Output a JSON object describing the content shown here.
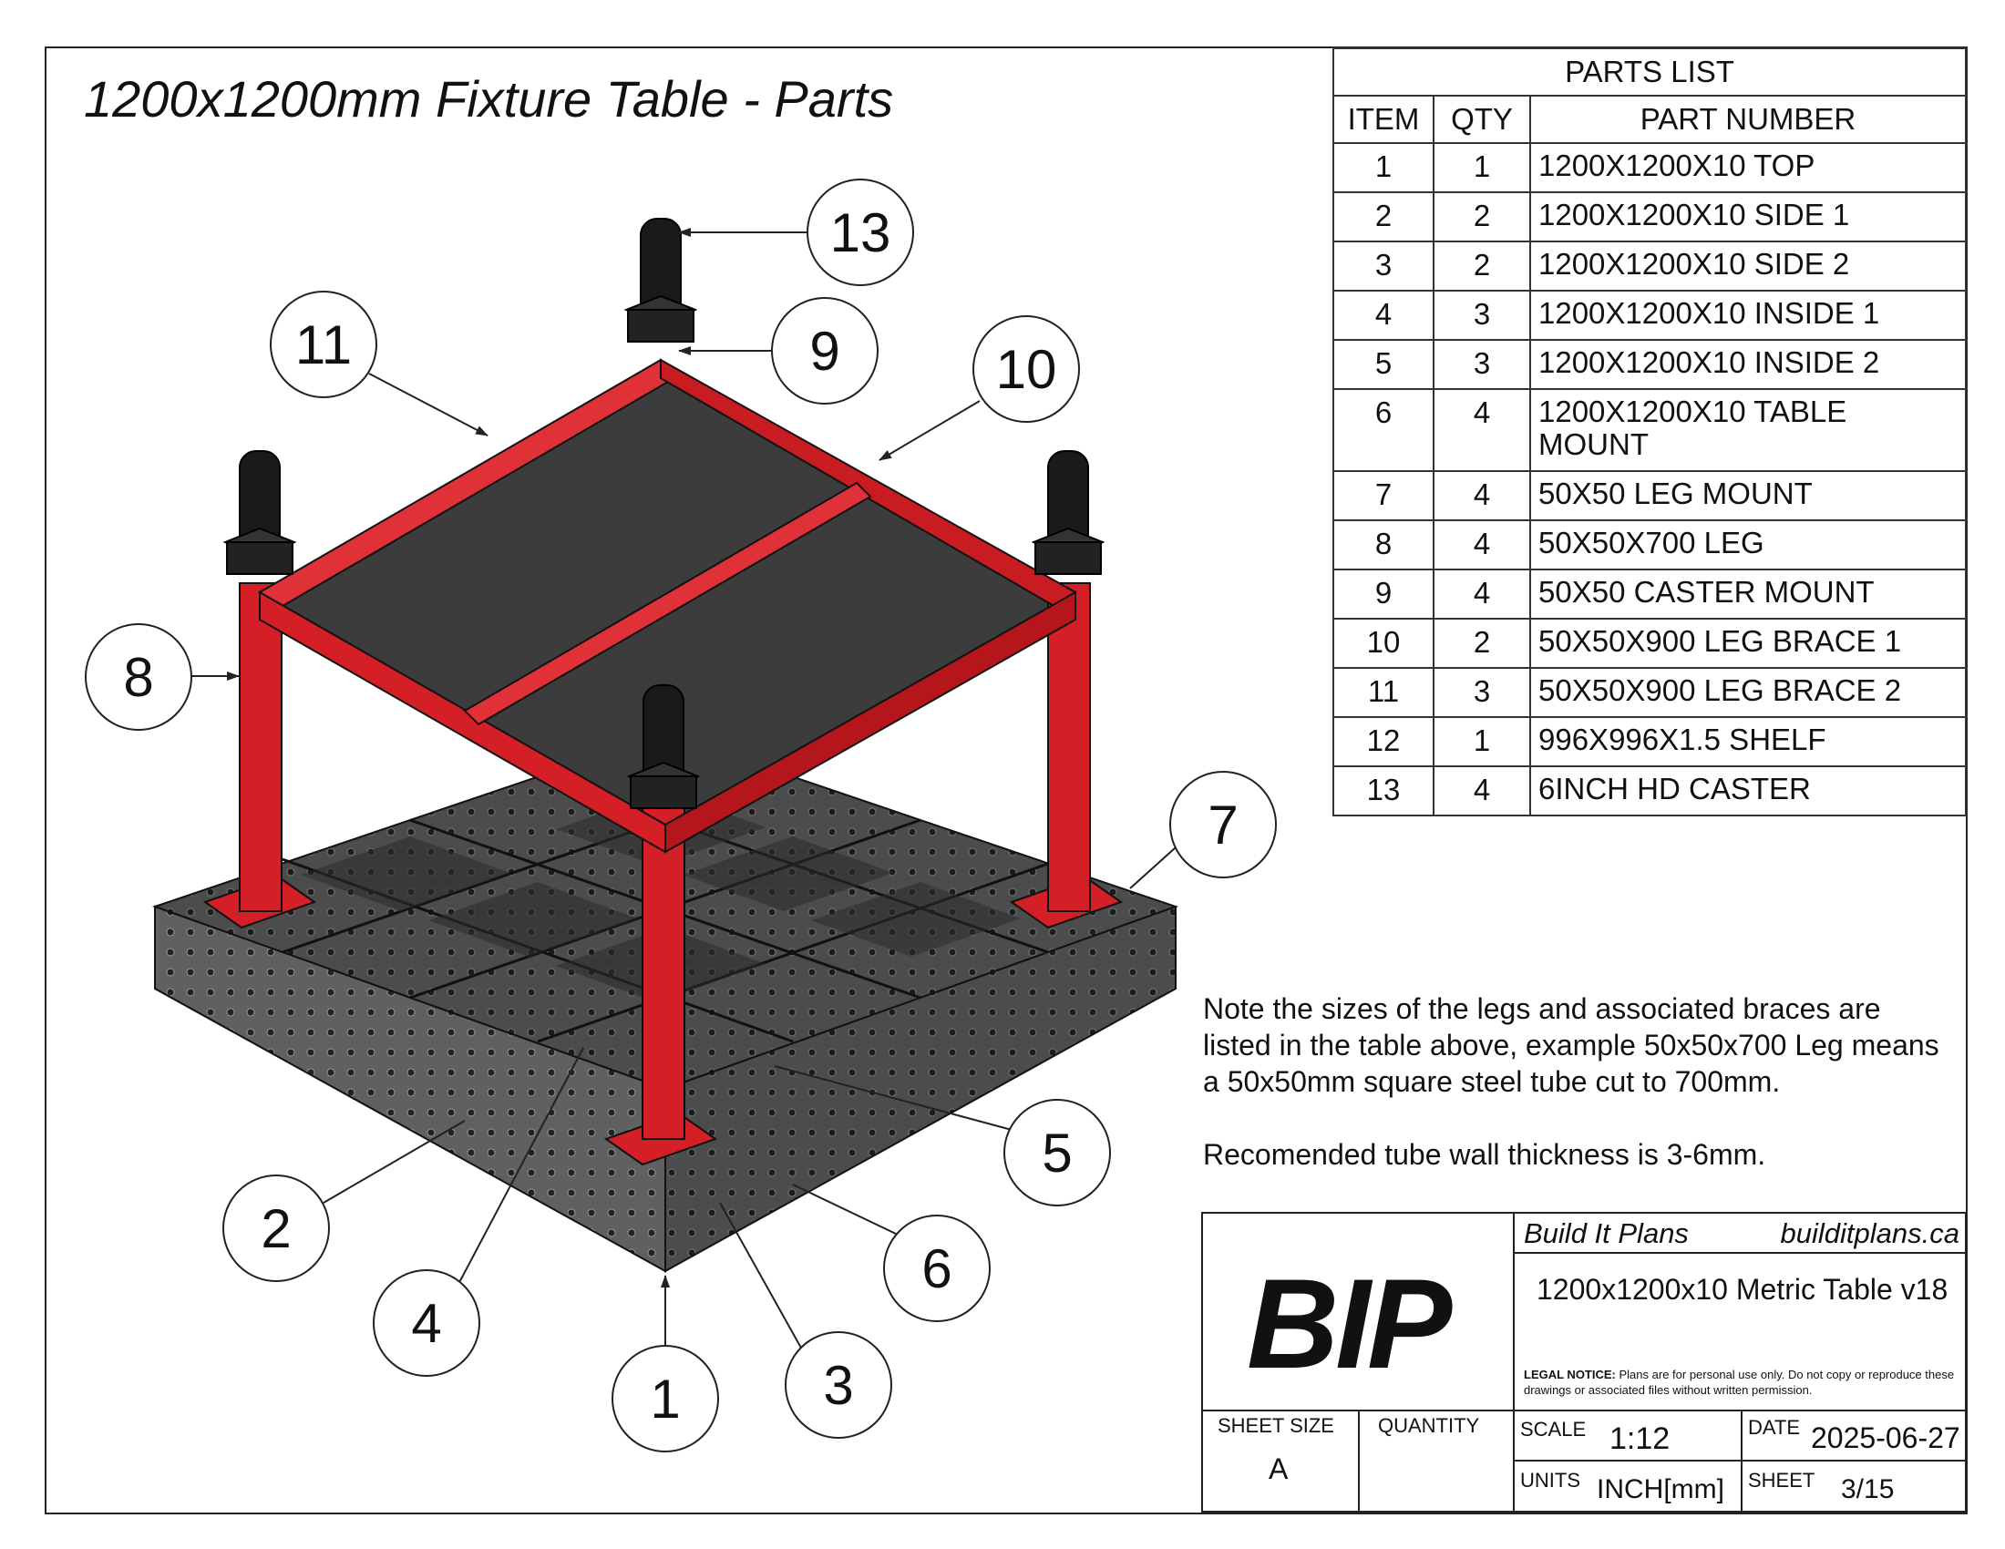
{
  "title": "1200x1200mm Fixture Table - Parts",
  "parts_list": {
    "caption": "PARTS LIST",
    "headers": [
      "ITEM",
      "QTY",
      "PART NUMBER"
    ],
    "rows": [
      {
        "item": "1",
        "qty": "1",
        "part": "1200X1200X10 TOP"
      },
      {
        "item": "2",
        "qty": "2",
        "part": "1200X1200X10 SIDE 1"
      },
      {
        "item": "3",
        "qty": "2",
        "part": "1200X1200X10 SIDE 2"
      },
      {
        "item": "4",
        "qty": "3",
        "part": "1200X1200X10 INSIDE 1"
      },
      {
        "item": "5",
        "qty": "3",
        "part": "1200X1200X10 INSIDE 2"
      },
      {
        "item": "6",
        "qty": "4",
        "part": "1200X1200X10 TABLE MOUNT"
      },
      {
        "item": "7",
        "qty": "4",
        "part": "50X50 LEG MOUNT"
      },
      {
        "item": "8",
        "qty": "4",
        "part": "50X50X700 LEG"
      },
      {
        "item": "9",
        "qty": "4",
        "part": "50X50 CASTER MOUNT"
      },
      {
        "item": "10",
        "qty": "2",
        "part": "50X50X900 LEG BRACE 1"
      },
      {
        "item": "11",
        "qty": "3",
        "part": "50X50X900 LEG BRACE 2"
      },
      {
        "item": "12",
        "qty": "1",
        "part": "996X996X1.5 SHELF"
      },
      {
        "item": "13",
        "qty": "4",
        "part": "6INCH HD CASTER"
      }
    ]
  },
  "note": {
    "paragraph1": "Note the sizes of the legs and associated braces are listed in the table above, example 50x50x700 Leg means a 50x50mm square steel tube cut to 700mm.",
    "paragraph2": "Recomended tube wall thickness is 3-6mm."
  },
  "balloons": [
    "1",
    "2",
    "3",
    "4",
    "5",
    "6",
    "7",
    "8",
    "9",
    "10",
    "11",
    "13"
  ],
  "title_block": {
    "logo": "BIP",
    "company": "Build It Plans",
    "website": "builditplans.ca",
    "drawing_title": "1200x1200x10 Metric Table v18",
    "legal_label": "LEGAL NOTICE:",
    "legal_text": "Plans are for personal use only. Do not copy or reproduce these drawings or associated files without written permission.",
    "sheet_size_label": "SHEET SIZE",
    "sheet_size": "A",
    "quantity_label": "QUANTITY",
    "scale_label": "SCALE",
    "scale": "1:12",
    "date_label": "DATE",
    "date": "2025-06-27",
    "units_label": "UNITS",
    "units": "INCH[mm]",
    "sheet_label": "SHEET",
    "sheet": "3/15"
  },
  "colors": {
    "frame_red": "#d41f26",
    "shelf_dark": "#3a3a3a",
    "table_gray": "#4a4a4a",
    "caster_black": "#1a1a1a"
  }
}
